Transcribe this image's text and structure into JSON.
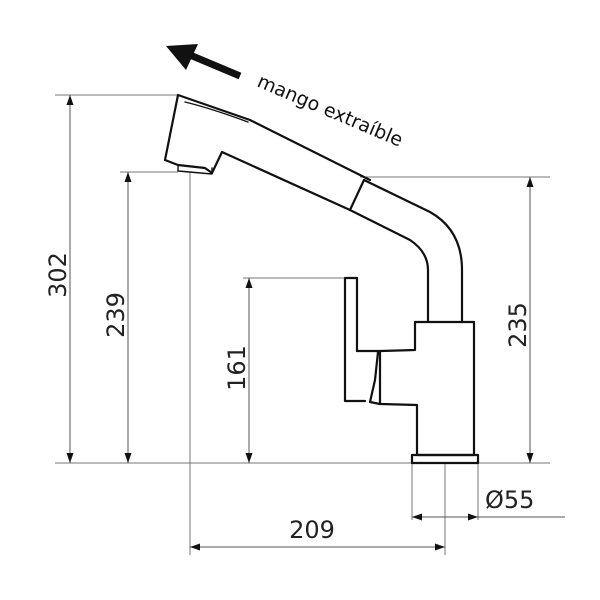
{
  "drawing": {
    "annotation": "mango extraíble",
    "arrow_direction": "up-left",
    "dimensions": {
      "total_height": "302",
      "spout_height": "239",
      "lever_height": "161",
      "body_height": "235",
      "spout_reach": "209",
      "base_diameter": "Ø55"
    },
    "colors": {
      "line": "#111111",
      "dimension_line": "#555555",
      "background": "#ffffff"
    }
  }
}
